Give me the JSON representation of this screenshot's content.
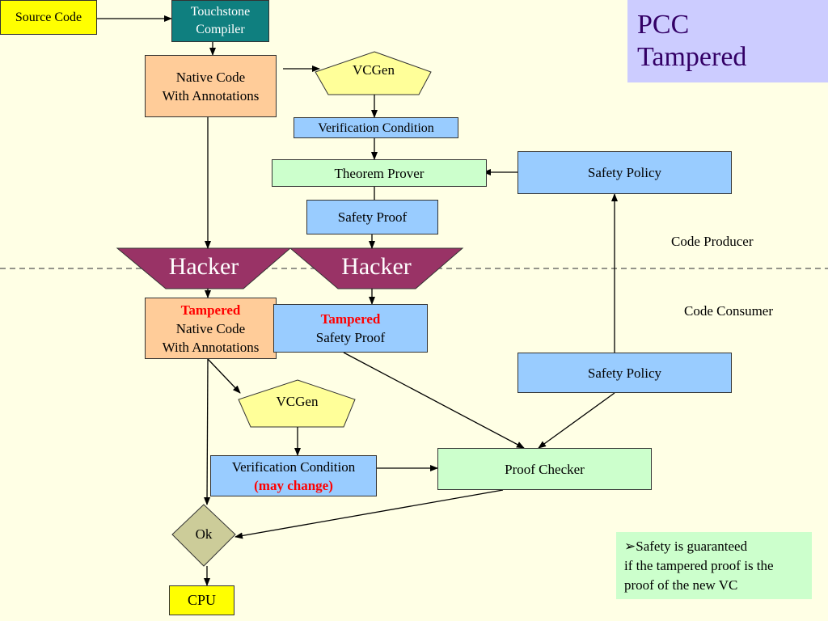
{
  "title": [
    "PCC",
    "Tampered"
  ],
  "nodes": {
    "source_code": "Source Code",
    "compiler": [
      "Touchstone",
      "Compiler"
    ],
    "native_code": [
      "Native Code",
      "With Annotations"
    ],
    "vcgen_top": "VCGen",
    "vc_top": "Verification Condition",
    "theorem_prover": "Theorem Prover",
    "safety_policy_top": "Safety Policy",
    "safety_proof": "Safety Proof",
    "hacker_left": "Hacker",
    "hacker_right": "Hacker",
    "tampered_native": [
      "Tampered",
      "Native Code",
      "With Annotations"
    ],
    "tampered_proof": [
      "Tampered",
      "Safety Proof"
    ],
    "vcgen_bottom": "VCGen",
    "vc_bottom": [
      "Verification Condition",
      "(may change)"
    ],
    "safety_policy_bottom": "Safety Policy",
    "proof_checker": "Proof Checker",
    "ok": "Ok",
    "cpu": "CPU"
  },
  "labels": {
    "producer": "Code Producer",
    "consumer": "Code Consumer"
  },
  "note": [
    "➢Safety is guaranteed",
    "if the tampered proof is the",
    "proof of the new VC"
  ],
  "colors": {
    "background": "#ffffe5",
    "hacker": "#993366",
    "title_box": "#ccccff"
  }
}
